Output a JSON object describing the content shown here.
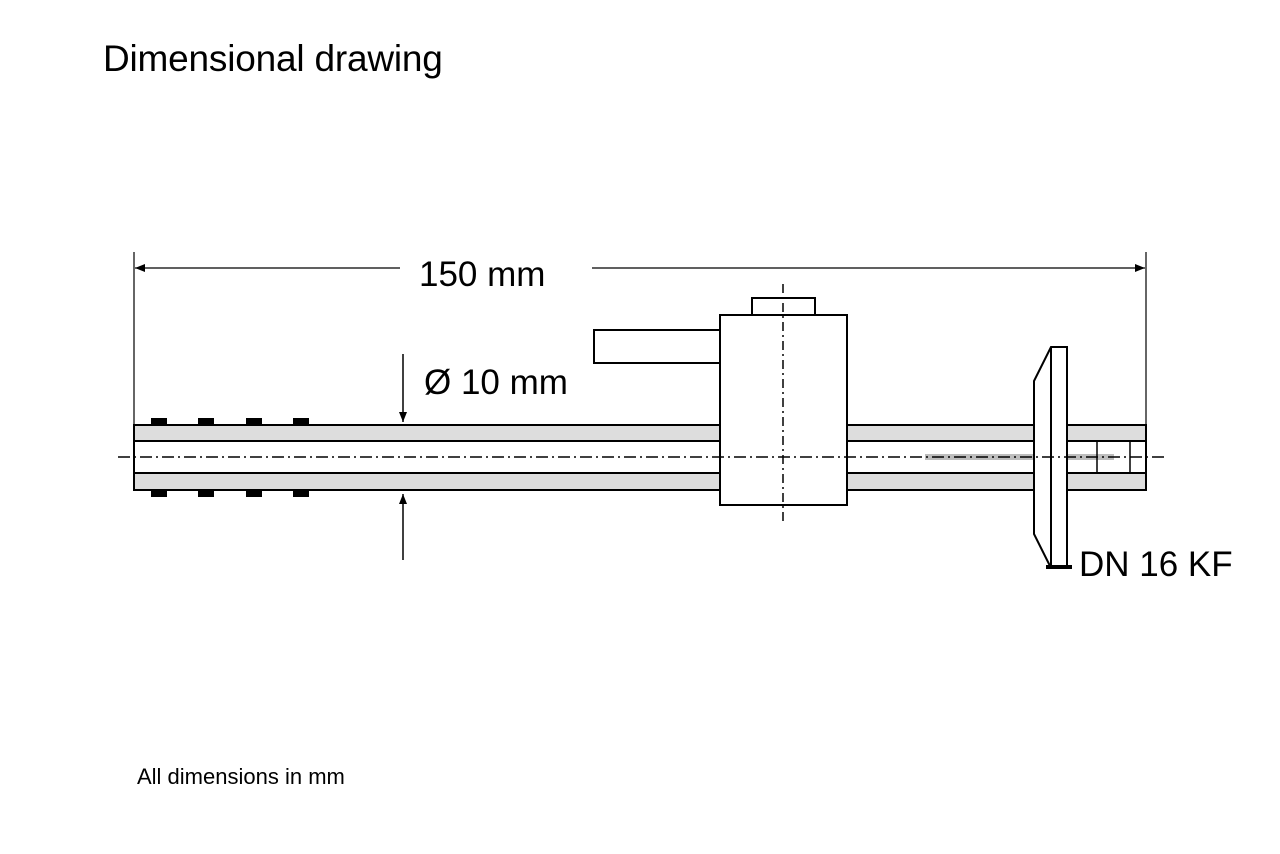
{
  "title": "Dimensional drawing",
  "footnote": "All dimensions in mm",
  "dimensions": {
    "overall_length": "150 mm",
    "tube_diameter": "Ø 10 mm",
    "flange": "DN 16 KF"
  },
  "colors": {
    "tube_fill": "#dddddd",
    "line": "#000000",
    "center_line": "#000000"
  }
}
